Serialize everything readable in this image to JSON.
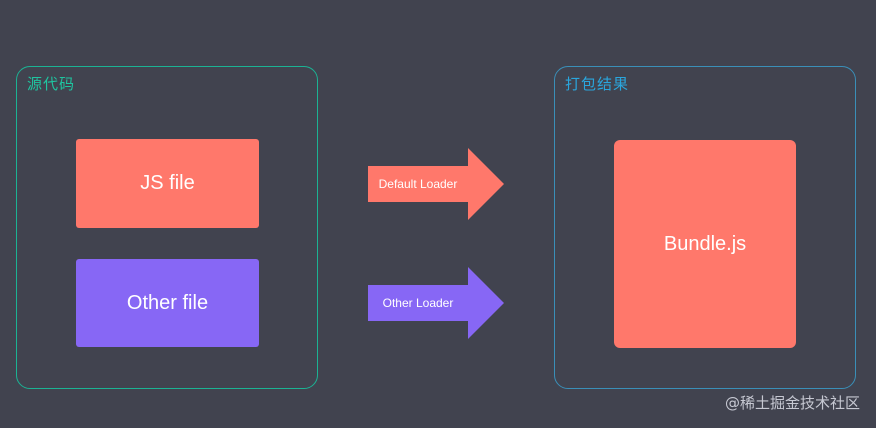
{
  "panels": {
    "source": {
      "title": "源代码"
    },
    "output": {
      "title": "打包结果"
    }
  },
  "boxes": {
    "js_file": {
      "label": "JS file",
      "color": "#ff786b"
    },
    "other_file": {
      "label": "Other file",
      "color": "#8767f5"
    },
    "bundle": {
      "label": "Bundle.js",
      "color": "#ff786b"
    }
  },
  "arrows": {
    "default_loader": {
      "label": "Default Loader",
      "color": "#ff786b"
    },
    "other_loader": {
      "label": "Other Loader",
      "color": "#8767f5"
    }
  },
  "watermark": {
    "text": "@稀土掘金技术社区"
  },
  "colors": {
    "background": "#41434f",
    "source_border": "#1bb394",
    "output_border": "#3a8fb8"
  }
}
